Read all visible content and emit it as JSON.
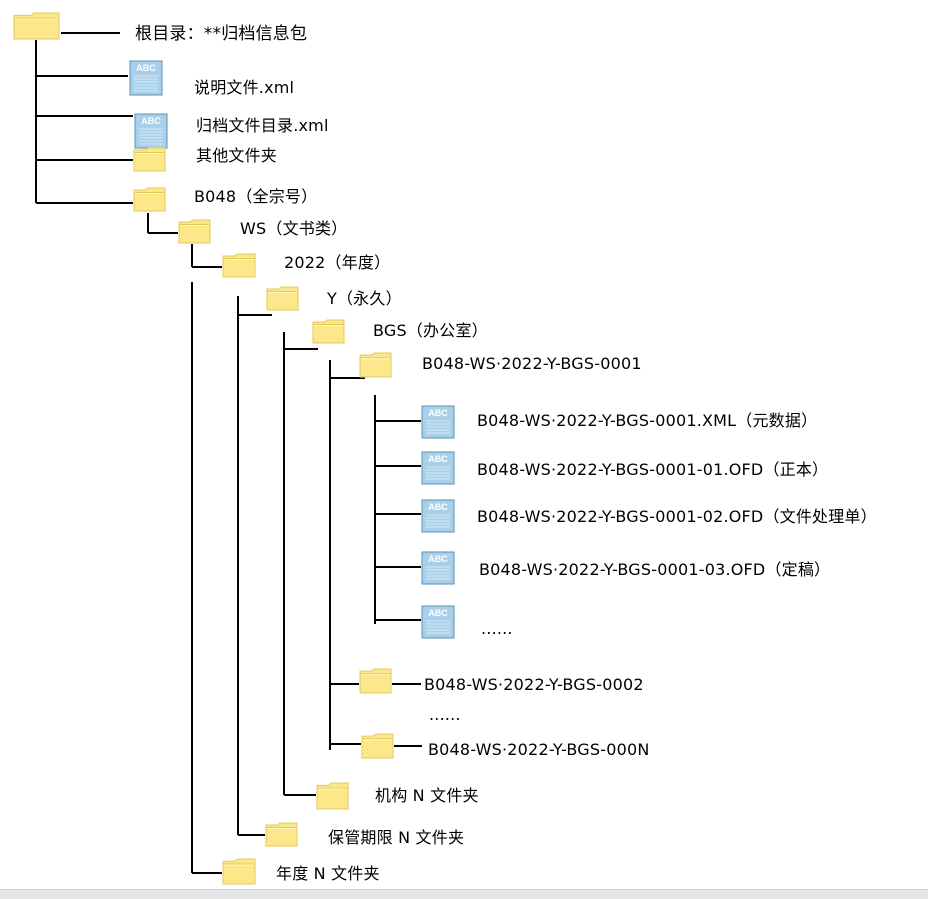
{
  "colors": {
    "folder_body": "#fce88a",
    "folder_edge": "#e7c95a",
    "file_body": "#a9d0ea",
    "file_edge": "#5e8fb4",
    "file_text": "#ffffff",
    "line": "#000000"
  },
  "icon_names": {
    "folder": "folder-icon",
    "file": "abc-document-icon"
  },
  "file_icon_text": "ABC",
  "nodes": [
    {
      "key": "root",
      "label": "根目录：**归档信息包",
      "icon": "folder",
      "kind": "root"
    },
    {
      "key": "readme",
      "label": "说明文件.xml",
      "icon": "file"
    },
    {
      "key": "catalog",
      "label": "归档文件目录.xml",
      "icon": "file"
    },
    {
      "key": "other",
      "label": "其他文件夹",
      "icon": "folder"
    },
    {
      "key": "fonds",
      "label": "B048（全宗号）",
      "icon": "folder"
    },
    {
      "key": "ws",
      "label": "WS（文书类）",
      "icon": "folder"
    },
    {
      "key": "year",
      "label": "2022（年度）",
      "icon": "folder"
    },
    {
      "key": "retention",
      "label": "Y（永久）",
      "icon": "folder"
    },
    {
      "key": "org",
      "label": "BGS（办公室）",
      "icon": "folder"
    },
    {
      "key": "item1",
      "label": "B048-WS·2022-Y-BGS-0001",
      "icon": "folder"
    },
    {
      "key": "meta",
      "label": "B048-WS·2022-Y-BGS-0001.XML（元数据）",
      "icon": "file"
    },
    {
      "key": "ofd1",
      "label": "B048-WS·2022-Y-BGS-0001-01.OFD（正本）",
      "icon": "file"
    },
    {
      "key": "ofd2",
      "label": "B048-WS·2022-Y-BGS-0001-02.OFD（文件处理单）",
      "icon": "file"
    },
    {
      "key": "ofd3",
      "label": "B048-WS·2022-Y-BGS-0001-03.OFD（定稿）",
      "icon": "file"
    },
    {
      "key": "more_files",
      "label": "......",
      "icon": "file"
    },
    {
      "key": "item2",
      "label": "B048-WS·2022-Y-BGS-0002",
      "icon": "folder"
    },
    {
      "key": "more_items",
      "label": "......",
      "icon": "none"
    },
    {
      "key": "itemN",
      "label": "B048-WS·2022-Y-BGS-000N",
      "icon": "folder"
    },
    {
      "key": "org_n",
      "label": "机构 N 文件夹",
      "icon": "folder"
    },
    {
      "key": "retention_n",
      "label": "保管期限 N 文件夹",
      "icon": "folder"
    },
    {
      "key": "year_n",
      "label": "年度 N 文件夹",
      "icon": "folder"
    }
  ]
}
